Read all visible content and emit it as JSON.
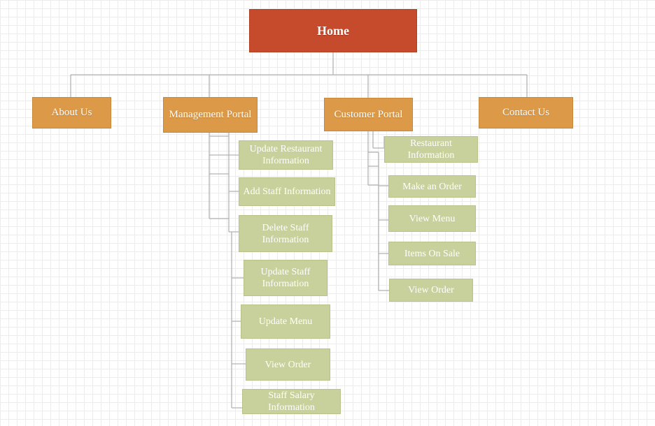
{
  "diagram": {
    "root": {
      "label": "Home"
    },
    "sections": {
      "about": {
        "label": "About Us"
      },
      "management": {
        "label": "Management Portal",
        "items": [
          "Update Restaurant Information",
          "Add Staff Information",
          "Delete Staff Information",
          "Update Staff Information",
          "Update Menu",
          "View Order",
          "Staff Salary Information"
        ]
      },
      "customer": {
        "label": "Customer Portal",
        "items": [
          "Restaurant Information",
          "Make an Order",
          "View Menu",
          "Items On Sale",
          "View Order"
        ]
      },
      "contact": {
        "label": "Contact Us"
      }
    },
    "colors": {
      "root": "#c64a2c",
      "section": "#dc9a48",
      "item": "#c8d09b",
      "connector": "#b3b3b3",
      "text": "#ffffff"
    }
  }
}
